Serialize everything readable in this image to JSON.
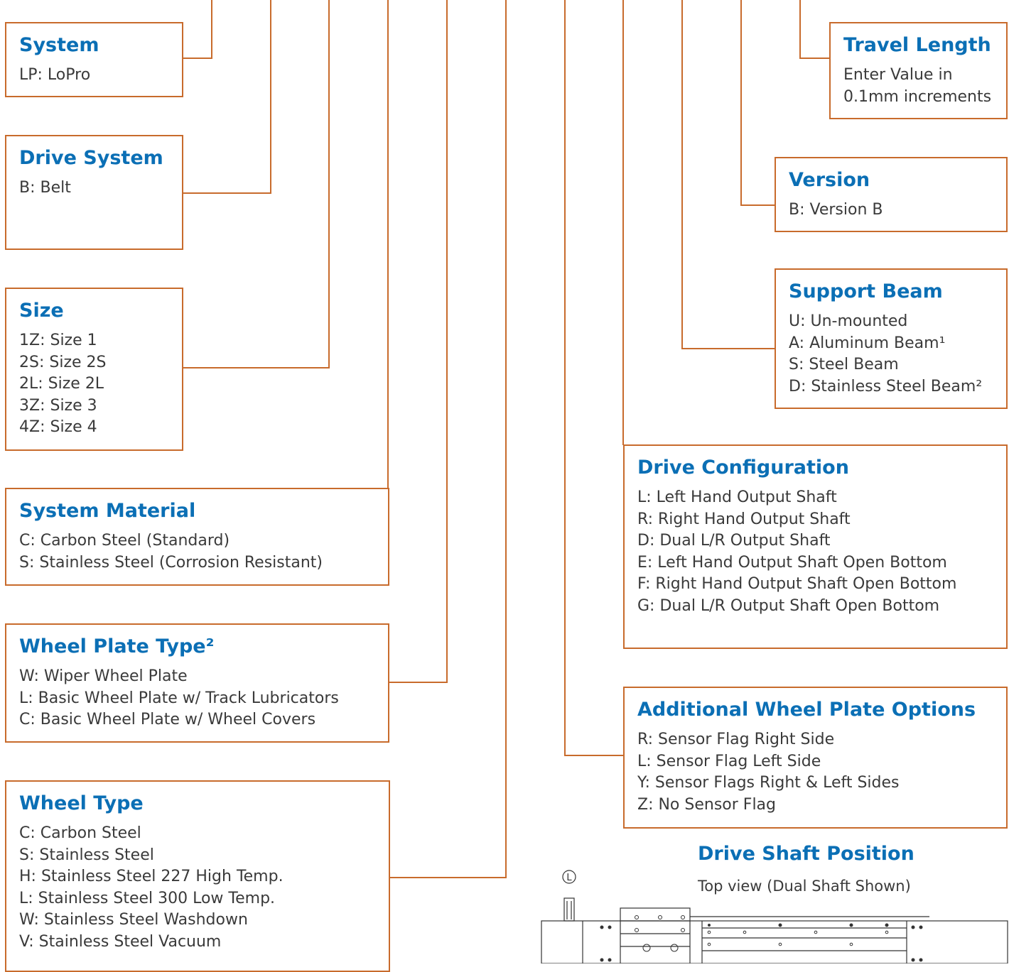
{
  "colors": {
    "border": "#c86b2c",
    "title": "#0b6fb5",
    "text": "#3a3a3a"
  },
  "boxes": {
    "system": {
      "title": "System",
      "options": [
        "LP: LoPro"
      ]
    },
    "drive_system": {
      "title": "Drive System",
      "options": [
        "B: Belt"
      ]
    },
    "size": {
      "title": "Size",
      "options": [
        "1Z: Size 1",
        "2S: Size 2S",
        "2L: Size 2L",
        "3Z: Size 3",
        "4Z: Size 4"
      ]
    },
    "system_material": {
      "title": "System Material",
      "options": [
        "C: Carbon Steel (Standard)",
        "S: Stainless Steel (Corrosion Resistant)"
      ]
    },
    "wheel_plate_type": {
      "title": "Wheel Plate Type²",
      "options": [
        "W: Wiper Wheel Plate",
        "L: Basic Wheel Plate w/ Track Lubricators",
        "C: Basic Wheel Plate w/ Wheel Covers"
      ]
    },
    "wheel_type": {
      "title": "Wheel Type",
      "options": [
        "C: Carbon Steel",
        "S: Stainless Steel",
        "H: Stainless Steel 227 High Temp.",
        "L: Stainless Steel 300 Low Temp.",
        "W: Stainless Steel Washdown",
        "V: Stainless Steel Vacuum"
      ]
    },
    "travel_length": {
      "title": "Travel Length",
      "options": [
        "Enter Value in",
        "0.1mm increments"
      ]
    },
    "version": {
      "title": "Version",
      "options": [
        "B: Version B"
      ]
    },
    "support_beam": {
      "title": "Support Beam",
      "options": [
        "U: Un-mounted",
        "A: Aluminum Beam¹",
        "S: Steel Beam",
        "D: Stainless Steel Beam²"
      ]
    },
    "drive_configuration": {
      "title": "Drive Configuration",
      "options": [
        "L: Left Hand Output Shaft",
        "R: Right Hand Output Shaft",
        "D: Dual L/R Output Shaft",
        "E: Left Hand Output Shaft Open Bottom",
        "F: Right Hand Output Shaft Open Bottom",
        "G: Dual L/R Output Shaft Open Bottom"
      ]
    },
    "additional_wheel_plate_options": {
      "title": "Additional Wheel Plate Options",
      "options": [
        "R: Sensor Flag Right Side",
        "L: Sensor Flag Left Side",
        "Y: Sensor Flags Right & Left Sides",
        "Z: No Sensor Flag"
      ]
    }
  },
  "drive_shaft_position": {
    "title": "Drive Shaft Position",
    "subtitle": "Top view (Dual Shaft Shown)",
    "left_marker": "L"
  }
}
